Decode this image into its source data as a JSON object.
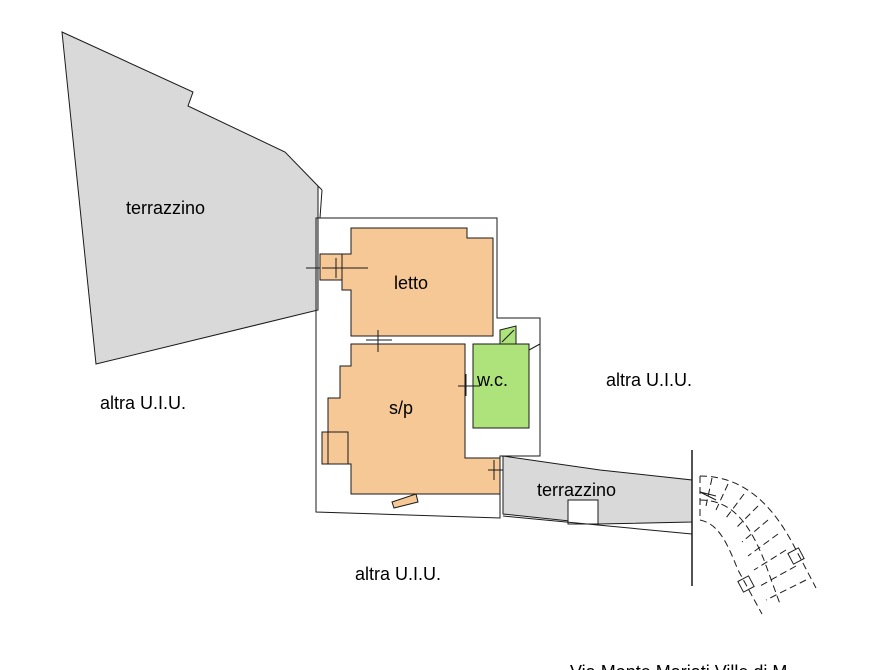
{
  "labels": {
    "terrace_top": "terrazzino",
    "bedroom": "letto",
    "living": "s/p",
    "wc": "w.c.",
    "other_unit_left": "altra U.I.U.",
    "other_unit_right": "altra U.I.U.",
    "other_unit_bottom": "altra U.I.U.",
    "terrace_bottom": "terrazzino",
    "street": "Via Monte Mariati Ville di M"
  },
  "colors": {
    "terrace": "#d9d9d9",
    "room": "#f5c896",
    "wc": "#aee27a",
    "line": "#1a1a1a"
  }
}
